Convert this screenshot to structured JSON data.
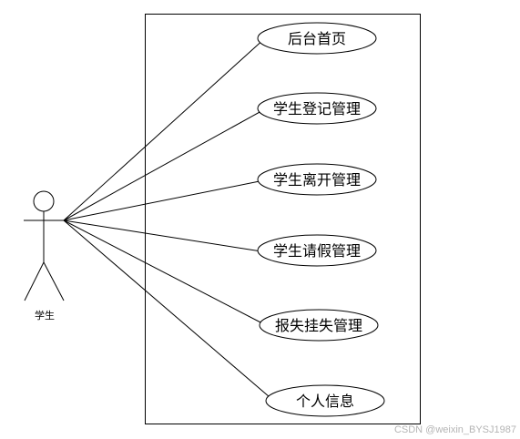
{
  "actor": {
    "label": "学生"
  },
  "system_boundary": {
    "label": ""
  },
  "use_cases": [
    {
      "id": "home",
      "label": "后台首页"
    },
    {
      "id": "registration",
      "label": "学生登记管理"
    },
    {
      "id": "departure",
      "label": "学生离开管理"
    },
    {
      "id": "leave",
      "label": "学生请假管理"
    },
    {
      "id": "loss-report",
      "label": "报失挂失管理"
    },
    {
      "id": "profile",
      "label": "个人信息"
    }
  ],
  "watermark": "CSDN @weixin_BYSJ1987",
  "colors": {
    "stroke": "#000000",
    "background": "#ffffff",
    "watermark": "#b5b5b5"
  }
}
